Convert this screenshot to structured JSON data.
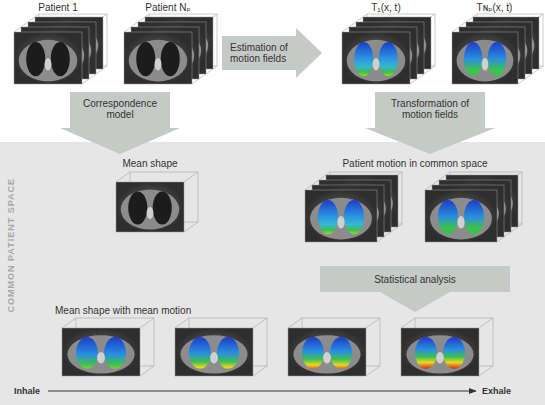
{
  "diagram": {
    "nodes": [
      {
        "text": [
          "Patient 1"
        ]
      },
      {
        "text": [
          "Patient Nₚ"
        ]
      },
      {
        "text": [
          "Estimation of motion fields"
        ]
      },
      {
        "text": [
          "T₁(x, t)"
        ]
      },
      {
        "text": [
          "Tɴₚ(x, t)"
        ]
      },
      {
        "text": [
          "Correspondence model"
        ]
      },
      {
        "text": [
          "Transformation of motion fields"
        ]
      },
      {
        "text": [
          "COMMON PATIENT SPACE"
        ]
      },
      {
        "text": [
          "Mean shape"
        ],
        "in": 7
      },
      {
        "text": [
          "Patient motion in common space"
        ],
        "in": 7
      },
      {
        "text": [
          "Statistical analysis"
        ],
        "in": 7
      },
      {
        "text": [
          "Mean shape with mean motion"
        ],
        "in": 7
      }
    ],
    "labels": [
      "Inhale",
      "Exhale"
    ]
  }
}
